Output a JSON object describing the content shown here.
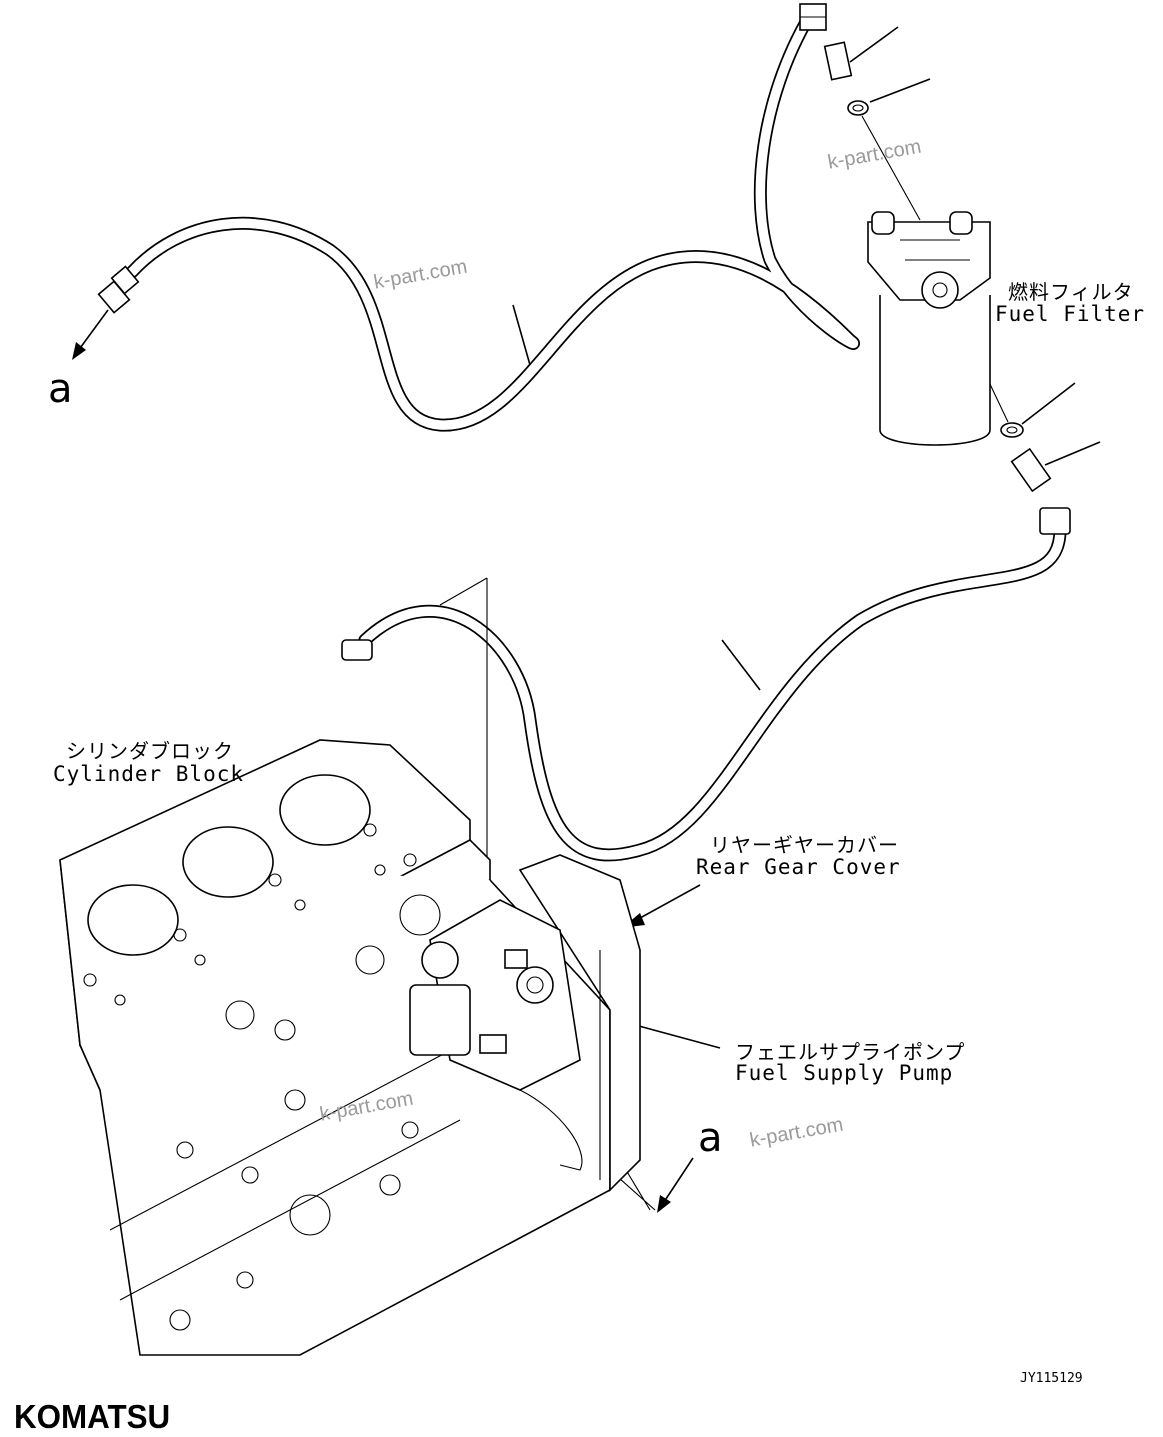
{
  "labels": {
    "fuel_filter_jp": "燃料フィルタ",
    "fuel_filter_en": "Fuel Filter",
    "cylinder_block_jp": "シリンダブロック",
    "cylinder_block_en": "Cylinder Block",
    "rear_gear_cover_jp": "リヤーギヤーカバー",
    "rear_gear_cover_en": "Rear Gear Cover",
    "fuel_supply_pump_jp": "フェエルサプライポンプ",
    "fuel_supply_pump_en": "Fuel Supply Pump"
  },
  "references": {
    "left_arrow": "a",
    "right_arrow": "a"
  },
  "watermark": "k-part.com",
  "drawing_code": "JY115129",
  "brand": "KOMATSU",
  "colors": {
    "line": "#000000",
    "background": "#ffffff",
    "watermark": "#9a9a9a"
  }
}
